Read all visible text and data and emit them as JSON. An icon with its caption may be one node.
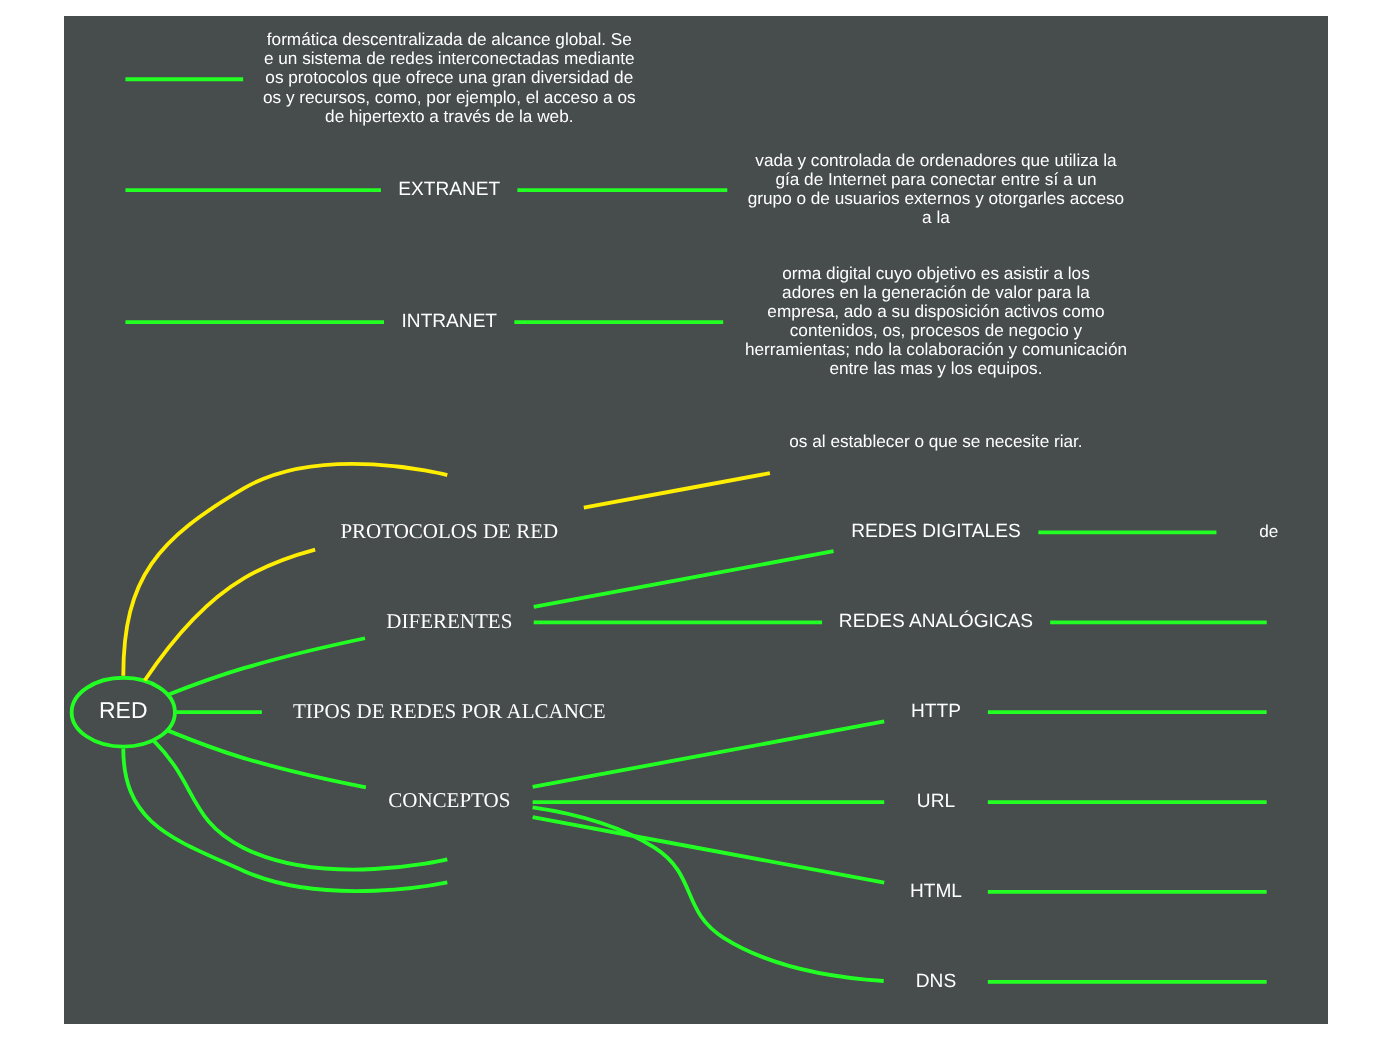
{
  "diagram": {
    "nodes": [
      {
        "text": [
          "RED"
        ]
      },
      {
        "text": [
          "PROTOCOLOS DE RED"
        ]
      },
      {
        "text": [
          "os al establecer o que se necesite riar."
        ]
      },
      {
        "text": [
          "DIFERENTES"
        ]
      },
      {
        "text": [
          "REDES DIGITALES"
        ]
      },
      {
        "text": [
          "REDES ANALÓGICAS"
        ]
      },
      {
        "text": [
          "de"
        ]
      },
      {
        "text": [
          "INTRANET"
        ]
      },
      {
        "text": [
          "orma digital cuyo objetivo es asistir a los adores en la generación de valor para la empresa, ado a su disposición activos como contenidos, os, procesos de negocio y herramientas; ndo la colaboración y comunicación entre las mas y los equipos."
        ]
      },
      {
        "text": [
          "EXTRANET"
        ]
      },
      {
        "text": [
          "vada y controlada de ordenadores que utiliza la gía de Internet para conectar entre sí a un grupo o de usuarios externos y otorgarles acceso a la"
        ]
      },
      {
        "text": [
          "formática descentralizada de alcance global. Se e un sistema de redes interconectadas mediante os protocolos que ofrece una gran diversidad de os y recursos, como, por ejemplo, el acceso a os de hipertexto a través de la web."
        ]
      },
      {
        "text": [
          "TIPOS DE REDES POR ALCANCE"
        ]
      },
      {
        "text": [
          "CONCEPTOS"
        ]
      },
      {
        "text": [
          "HTTP"
        ]
      },
      {
        "text": [
          "URL"
        ]
      },
      {
        "text": [
          "HTML"
        ]
      },
      {
        "text": [
          "DNS"
        ]
      }
    ],
    "edges": [
      {
        "from": 0,
        "to": 1,
        "arrow": "none",
        "color": "#ffee00"
      },
      {
        "from": 1,
        "to": 2,
        "arrow": "none",
        "color": "#ffee00"
      },
      {
        "from": 0,
        "to": null,
        "arrow": "none",
        "color": "#ffee00"
      },
      {
        "from": 0,
        "to": 3,
        "arrow": "none"
      },
      {
        "from": 3,
        "to": 4,
        "arrow": "none"
      },
      {
        "from": 3,
        "to": 5,
        "arrow": "none"
      },
      {
        "from": 4,
        "to": 6,
        "arrow": "none"
      },
      {
        "from": 5,
        "to": null,
        "arrow": "none"
      },
      {
        "from": 0,
        "to": 12,
        "arrow": "none"
      },
      {
        "from": 0,
        "to": 13,
        "arrow": "none"
      },
      {
        "from": 13,
        "to": 14,
        "arrow": "none"
      },
      {
        "from": 13,
        "to": 15,
        "arrow": "none"
      },
      {
        "from": 13,
        "to": 16,
        "arrow": "none"
      },
      {
        "from": 13,
        "to": 17,
        "arrow": "none"
      },
      {
        "from": 14,
        "to": null,
        "arrow": "none"
      },
      {
        "from": 15,
        "to": null,
        "arrow": "none"
      },
      {
        "from": 16,
        "to": null,
        "arrow": "none"
      },
      {
        "from": 17,
        "to": null,
        "arrow": "none"
      },
      {
        "from": 0,
        "to": null,
        "arrow": "none"
      },
      {
        "from": 0,
        "to": null,
        "arrow": "none"
      },
      {
        "from": null,
        "to": 7,
        "arrow": "none"
      },
      {
        "from": null,
        "to": 9,
        "arrow": "none"
      },
      {
        "from": 7,
        "to": 8,
        "arrow": "none"
      },
      {
        "from": 9,
        "to": 10,
        "arrow": "none"
      },
      {
        "from": null,
        "to": 11,
        "arrow": "none"
      }
    ]
  }
}
